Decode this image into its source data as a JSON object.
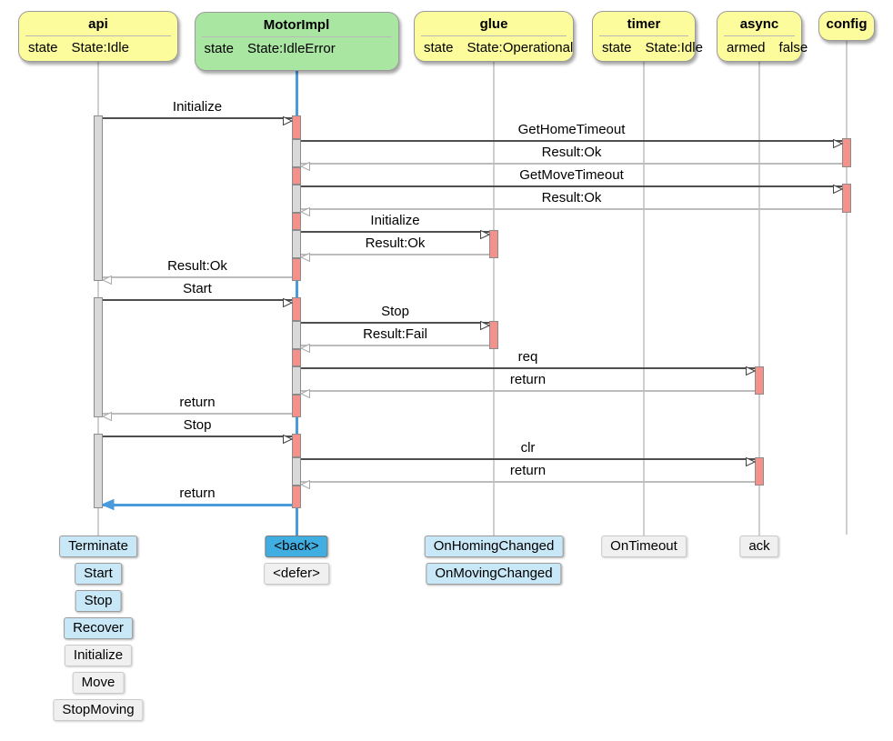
{
  "diagram": {
    "participants": [
      {
        "id": "api",
        "name": "api",
        "selected": false,
        "attrs": [
          {
            "key": "state",
            "value": "State:Idle"
          }
        ],
        "buttons": [
          {
            "label": "Terminate",
            "state": "enabled"
          },
          {
            "label": "Start",
            "state": "enabled"
          },
          {
            "label": "Stop",
            "state": "enabled"
          },
          {
            "label": "Recover",
            "state": "enabled"
          },
          {
            "label": "Initialize",
            "state": "disabled"
          },
          {
            "label": "Move",
            "state": "disabled"
          },
          {
            "label": "StopMoving",
            "state": "disabled"
          }
        ]
      },
      {
        "id": "motorimpl",
        "name": "MotorImpl",
        "selected": true,
        "attrs": [
          {
            "key": "state",
            "value": "State:IdleError"
          }
        ],
        "buttons": [
          {
            "label": "<back>",
            "state": "selected"
          },
          {
            "label": "<defer>",
            "state": "disabled"
          }
        ]
      },
      {
        "id": "glue",
        "name": "glue",
        "selected": false,
        "attrs": [
          {
            "key": "state",
            "value": "State:Operational"
          }
        ],
        "buttons": [
          {
            "label": "OnHomingChanged",
            "state": "enabled"
          },
          {
            "label": "OnMovingChanged",
            "state": "enabled"
          }
        ]
      },
      {
        "id": "timer",
        "name": "timer",
        "selected": false,
        "attrs": [
          {
            "key": "state",
            "value": "State:Idle"
          }
        ],
        "buttons": [
          {
            "label": "OnTimeout",
            "state": "disabled"
          }
        ]
      },
      {
        "id": "async",
        "name": "async",
        "selected": false,
        "attrs": [
          {
            "key": "armed",
            "value": "false"
          }
        ],
        "buttons": [
          {
            "label": "ack",
            "state": "disabled"
          }
        ]
      },
      {
        "id": "config",
        "name": "config",
        "selected": false,
        "attrs": [],
        "buttons": []
      }
    ],
    "messages": [
      {
        "from": "api",
        "to": "motorimpl",
        "label": "Initialize",
        "type": "call"
      },
      {
        "from": "motorimpl",
        "to": "config",
        "label": "GetHomeTimeout",
        "type": "call"
      },
      {
        "from": "config",
        "to": "motorimpl",
        "label": "Result:Ok",
        "type": "return"
      },
      {
        "from": "motorimpl",
        "to": "config",
        "label": "GetMoveTimeout",
        "type": "call"
      },
      {
        "from": "config",
        "to": "motorimpl",
        "label": "Result:Ok",
        "type": "return"
      },
      {
        "from": "motorimpl",
        "to": "glue",
        "label": "Initialize",
        "type": "call"
      },
      {
        "from": "glue",
        "to": "motorimpl",
        "label": "Result:Ok",
        "type": "return"
      },
      {
        "from": "motorimpl",
        "to": "api",
        "label": "Result:Ok",
        "type": "return"
      },
      {
        "from": "api",
        "to": "motorimpl",
        "label": "Start",
        "type": "call"
      },
      {
        "from": "motorimpl",
        "to": "glue",
        "label": "Stop",
        "type": "call"
      },
      {
        "from": "glue",
        "to": "motorimpl",
        "label": "Result:Fail",
        "type": "return"
      },
      {
        "from": "motorimpl",
        "to": "async",
        "label": "req",
        "type": "call"
      },
      {
        "from": "async",
        "to": "motorimpl",
        "label": "return",
        "type": "return"
      },
      {
        "from": "motorimpl",
        "to": "api",
        "label": "return",
        "type": "return"
      },
      {
        "from": "api",
        "to": "motorimpl",
        "label": "Stop",
        "type": "call"
      },
      {
        "from": "motorimpl",
        "to": "async",
        "label": "clr",
        "type": "call"
      },
      {
        "from": "async",
        "to": "motorimpl",
        "label": "return",
        "type": "return"
      },
      {
        "from": "motorimpl",
        "to": "api",
        "label": "return",
        "type": "return-highlight"
      }
    ],
    "colors": {
      "participant_fill": "#fcfc9c",
      "participant_selected_fill": "#a8e6a1",
      "activation_callee": "#f3918a",
      "activation_caller": "#d9d9d9",
      "lifeline": "#cfcfcf",
      "highlight_blue": "#4a9ade",
      "button_enabled": "#c8e7f7",
      "button_selected": "#41aee1",
      "button_disabled": "#f0f0f0",
      "call_line": "#4f4f4f",
      "return_line": "#bdbdbd"
    }
  }
}
